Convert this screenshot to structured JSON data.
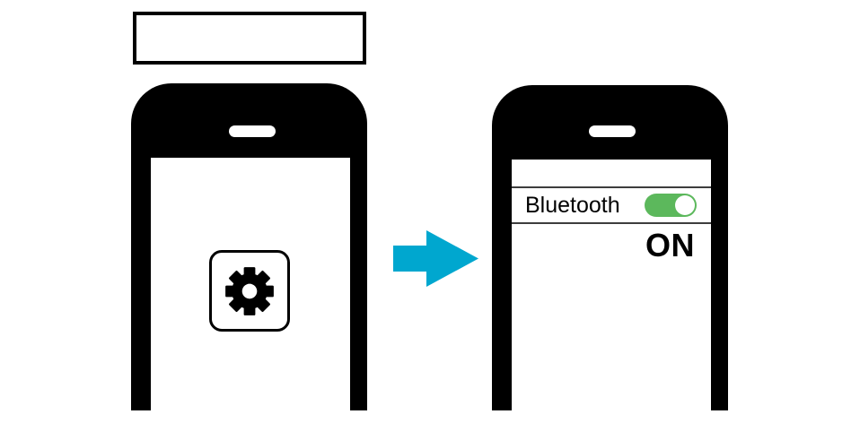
{
  "caption_box": {
    "text": ""
  },
  "left_phone": {
    "description": "phone showing settings app icon",
    "app_icon": "settings-gear"
  },
  "arrow": {
    "direction": "right"
  },
  "right_phone": {
    "description": "phone showing bluetooth settings",
    "bluetooth_row": {
      "label": "Bluetooth",
      "toggle_state": "on"
    },
    "status_text": "ON"
  },
  "colors": {
    "arrow": "#00a7cf",
    "toggle_on": "#5cb85c",
    "phone_body": "#000000",
    "divider": "#3d3d3d"
  }
}
